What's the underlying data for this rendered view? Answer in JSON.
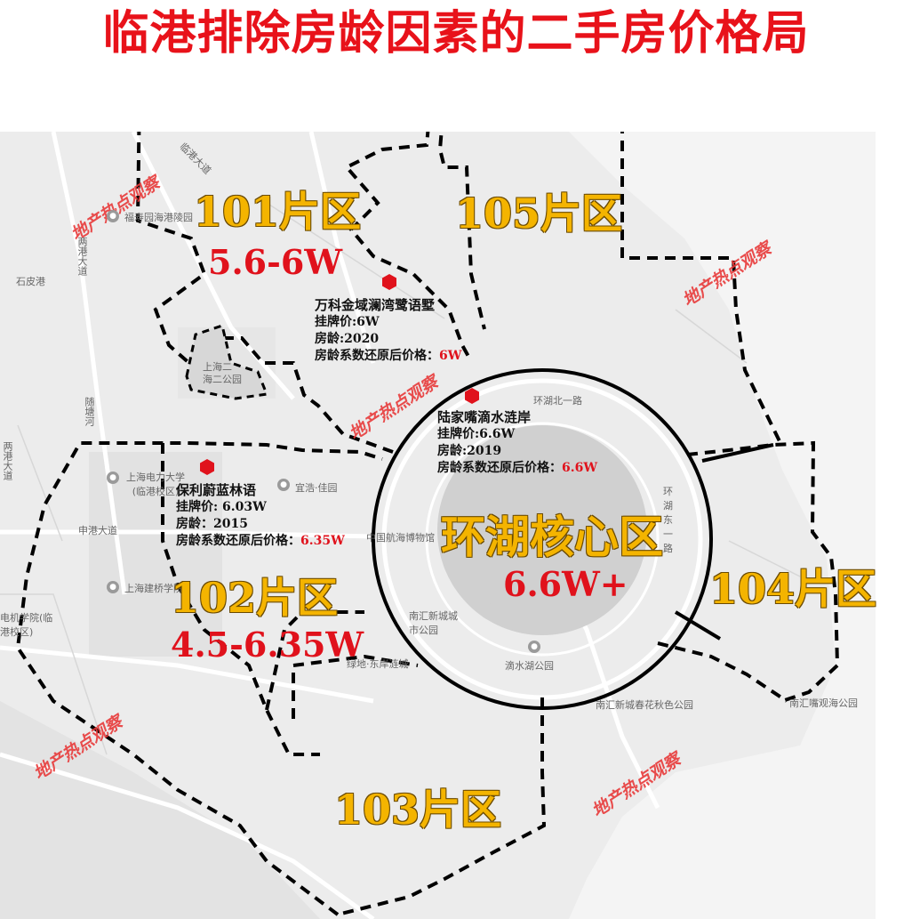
{
  "title": "临港排除房龄因素的二手房价格局",
  "zones": [
    {
      "label": "101片区",
      "price": "5.6-6W"
    },
    {
      "label": "105片区",
      "price": ""
    },
    {
      "label": "102片区",
      "price": "4.5-6.35W"
    },
    {
      "label": "环湖核心区",
      "price": "6.6W+"
    },
    {
      "label": "104片区",
      "price": ""
    },
    {
      "label": "103片区",
      "price": ""
    }
  ],
  "listings": [
    {
      "name": "万科金域澜湾鹭语墅",
      "list_price": "挂牌价:6W",
      "age": "房龄:2020",
      "adj_label": "房龄系数还原后价格：",
      "adj_value": "6W"
    },
    {
      "name": "陆家嘴滴水涟岸",
      "list_price": "挂牌价:6.6W",
      "age": "房龄:2019",
      "adj_label": "房龄系数还原后价格：",
      "adj_value": "6.6W"
    },
    {
      "name": "保利蔚蓝林语",
      "list_price": "挂牌价: 6.03W",
      "age": "房龄：2015",
      "adj_label": "房龄系数还原后价格：",
      "adj_value": "6.35W"
    }
  ],
  "watermark": "地产热点观察",
  "map_labels": {
    "fushouyuan": "福寿园海港陵园",
    "liangang_road": "两港大道",
    "shipigang": "石皮港",
    "shanghai_school": "上海二",
    "shanghai_park": "海二公园",
    "suitang_river": "随塘河",
    "liangang_road_2": "两港大道",
    "sdju": "上海电力大学(临港校区)",
    "yihao": "宜浩·佳园",
    "shengang_road": "申港大道",
    "maritime_museum": "中国航海博物馆",
    "huanhu_north": "环湖北一路",
    "huanhu_east": "环湖东一路",
    "jianqiao": "上海建桥学院",
    "dianji": "电机学院(临港校区)",
    "nanhui_park": "南汇新城城市公园",
    "lvdi": "绿地·东岸涟城",
    "dishui_park": "滴水湖公园",
    "chunhua_park": "南汇新城春花秋色公园",
    "zuiguanhai_park": "南汇嘴观海公园",
    "lingang_road": "临港大道"
  }
}
